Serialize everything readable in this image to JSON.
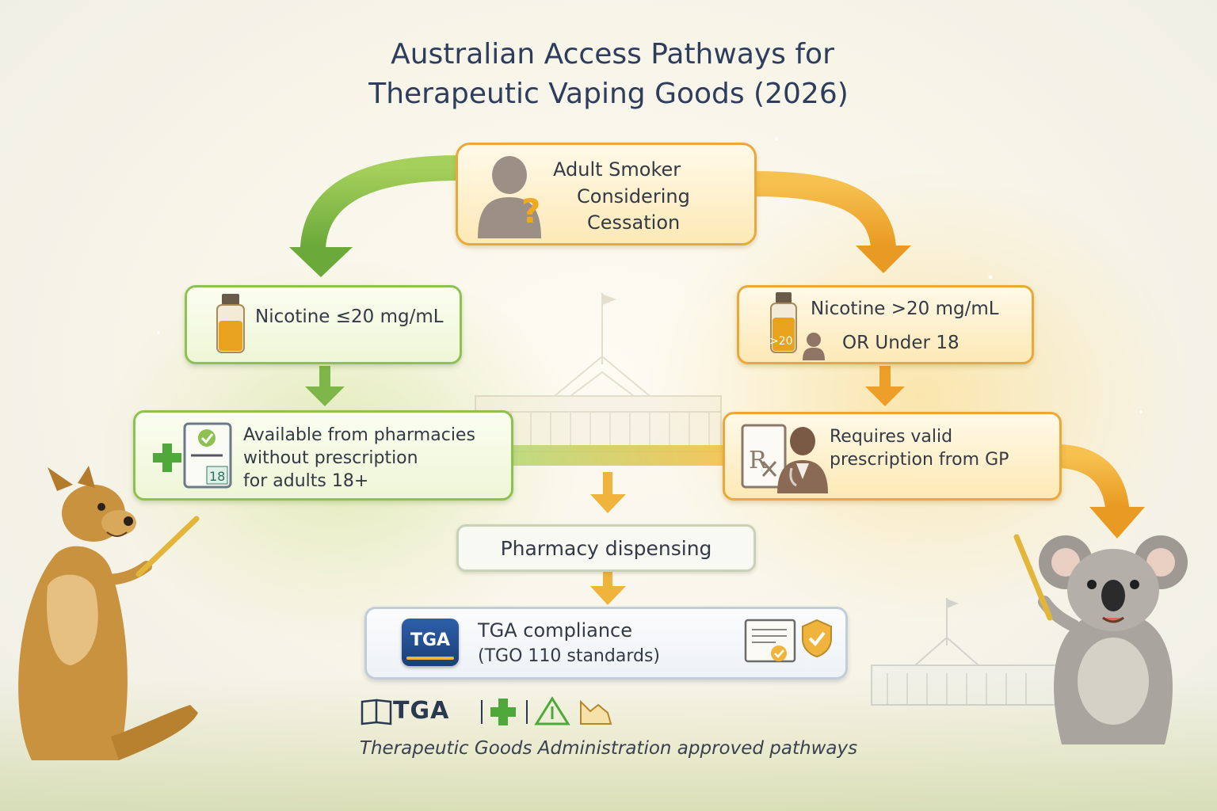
{
  "title": {
    "line1": "Australian Access Pathways for",
    "line2": "Therapeutic Vaping Goods (2026)"
  },
  "start_node": {
    "line1": "Adult Smoker",
    "line2": "Considering",
    "line3": "Cessation",
    "icon": "person-question-icon"
  },
  "left_path": {
    "condition": "Nicotine ≤20 mg/mL",
    "outcome_line1": "Available from pharmacies",
    "outcome_line2": "without prescription",
    "outcome_line3": "for adults 18+",
    "age_badge": "18",
    "icons": [
      "nicotine-bottle-icon",
      "pharmacy-cross-icon",
      "age-id-card-icon"
    ]
  },
  "right_path": {
    "condition_line1": "Nicotine >20 mg/mL",
    "condition_line2": "OR Under 18",
    "bottle_badge": ">20",
    "outcome_line1": "Requires valid",
    "outcome_line2": "prescription from GP",
    "icons": [
      "nicotine-bottle-icon",
      "person-icon",
      "prescription-icon",
      "doctor-icon"
    ]
  },
  "dispensing": {
    "label": "Pharmacy dispensing"
  },
  "compliance": {
    "logo": "TGA",
    "line1": "TGA compliance",
    "line2": "(TGO 110 standards)",
    "icons": [
      "tga-logo-icon",
      "certificate-icon",
      "check-shield-icon"
    ]
  },
  "legend": {
    "tga_label": "TGA",
    "icons": [
      "book-icon",
      "pharmacy-cross-icon",
      "warning-triangle-icon",
      "chart-icon"
    ]
  },
  "footer": "Therapeutic Goods Administration approved pathways",
  "colors": {
    "green": "#8fc152",
    "orange": "#e9a83a",
    "title": "#2f3d5c",
    "tga_blue": "#1e4a8c"
  }
}
